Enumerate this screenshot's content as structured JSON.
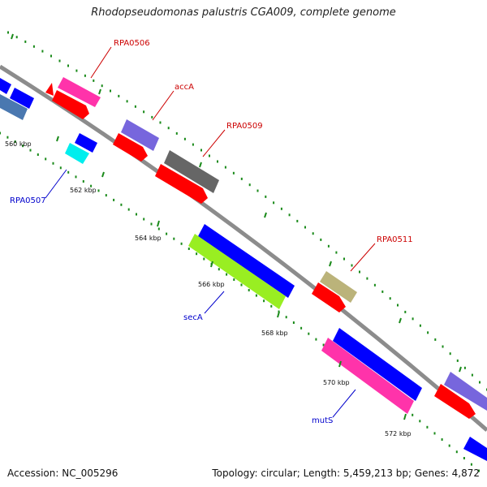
{
  "title": "Rhodopseudomonas palustris CGA009, complete genome",
  "footer": {
    "accession": "Accession: NC_005296",
    "info": "Topology: circular; Length: 5,459,213 bp; Genes: 4,872"
  },
  "ticks": [
    "560 kbp",
    "562 kbp",
    "564 kbp",
    "566 kbp",
    "568 kbp",
    "570 kbp",
    "572 kbp"
  ],
  "labels": [
    {
      "text": "RPA0506",
      "color": "#cc0000"
    },
    {
      "text": "accA",
      "color": "#cc0000"
    },
    {
      "text": "RPA0509",
      "color": "#cc0000"
    },
    {
      "text": "RPA0511",
      "color": "#cc0000"
    },
    {
      "text": "RPA0507",
      "color": "#0000cc"
    },
    {
      "text": "secA",
      "color": "#0000cc"
    },
    {
      "text": "mutS",
      "color": "#0000cc"
    }
  ],
  "colors": {
    "backbone": "#8c8c8c",
    "dots": "#1a8a1a",
    "cds": "#ff0000",
    "forward": "#0000ff"
  }
}
